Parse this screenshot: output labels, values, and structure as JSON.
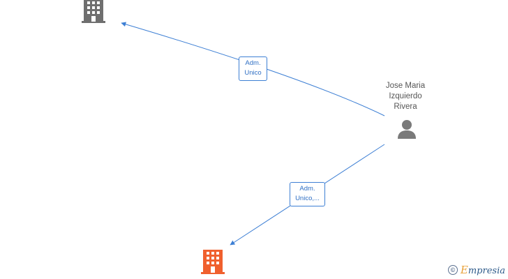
{
  "colors": {
    "edge": "#3d7fd4",
    "company_gray": "#6f6f6f",
    "company_highlight": "#f0602e",
    "person": "#7a7a7a"
  },
  "person": {
    "name_line1": "Jose Maria",
    "name_line2": "Izquierdo",
    "name_line3": "Rivera",
    "icon": "person-icon"
  },
  "companies": [
    {
      "icon": "building-icon",
      "highlight": false
    },
    {
      "icon": "building-icon",
      "highlight": true
    }
  ],
  "edges": [
    {
      "label_line1": "Adm.",
      "label_line2": "Unico"
    },
    {
      "label_line1": "Adm.",
      "label_line2": "Unico,..."
    }
  ],
  "brand": {
    "copyright": "©",
    "name": "Empresia"
  }
}
